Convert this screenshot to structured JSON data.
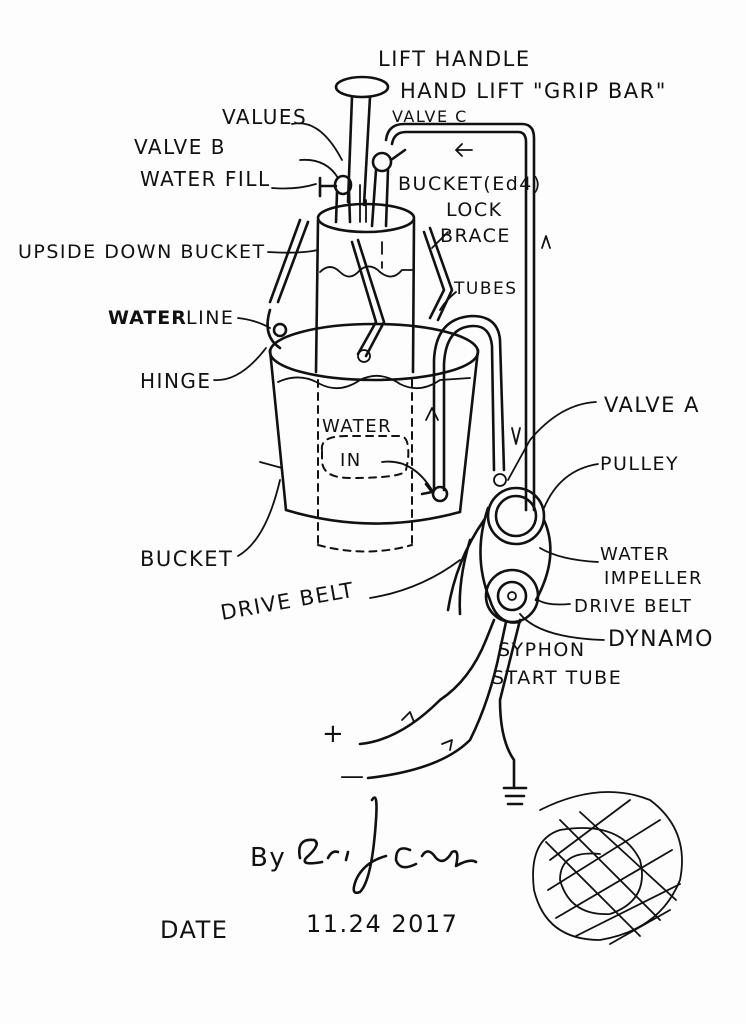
{
  "labels": {
    "lift_handle": "LIFT HANDLE",
    "hand_lift": "HAND LIFT \"GRIP BAR\"",
    "values": "VALUES",
    "valve_c": "VALVE C",
    "valve_b": "VALVE B",
    "water_fill": "WATER FILL",
    "bucket_ed4": "BUCKET(Ed4)",
    "lock": "LOCK",
    "brace": "BRACE",
    "upside_down_bucket": "UPSIDE DOWN BUCKET",
    "tubes": "TUBES",
    "water_line_bold": "WATER",
    "water_line_rest": "LINE",
    "hinge": "HINGE",
    "water": "WATER",
    "in": "IN",
    "valve_a": "VALVE A",
    "pulley": "PULLEY",
    "water_impeller_1": "WATER",
    "water_impeller_2": "IMPELLER",
    "bucket": "BUCKET",
    "drive_belt_left": "DRIVE BELT",
    "drive_belt_right": "DRIVE BELT",
    "dynamo": "DYNAMO",
    "syphon_1": "SYPHON",
    "syphon_2": "START TUBE",
    "plus": "+",
    "minus": "—",
    "by": "By",
    "signature": "Eric J Crews",
    "date_label": "DATE",
    "date_value": "11.24 2017"
  },
  "colors": {
    "ink": "#111111",
    "paper": "#fdfdfd"
  },
  "icons": [
    "ground-symbol-icon",
    "scribble-mark-icon",
    "flow-arrow-icon"
  ]
}
